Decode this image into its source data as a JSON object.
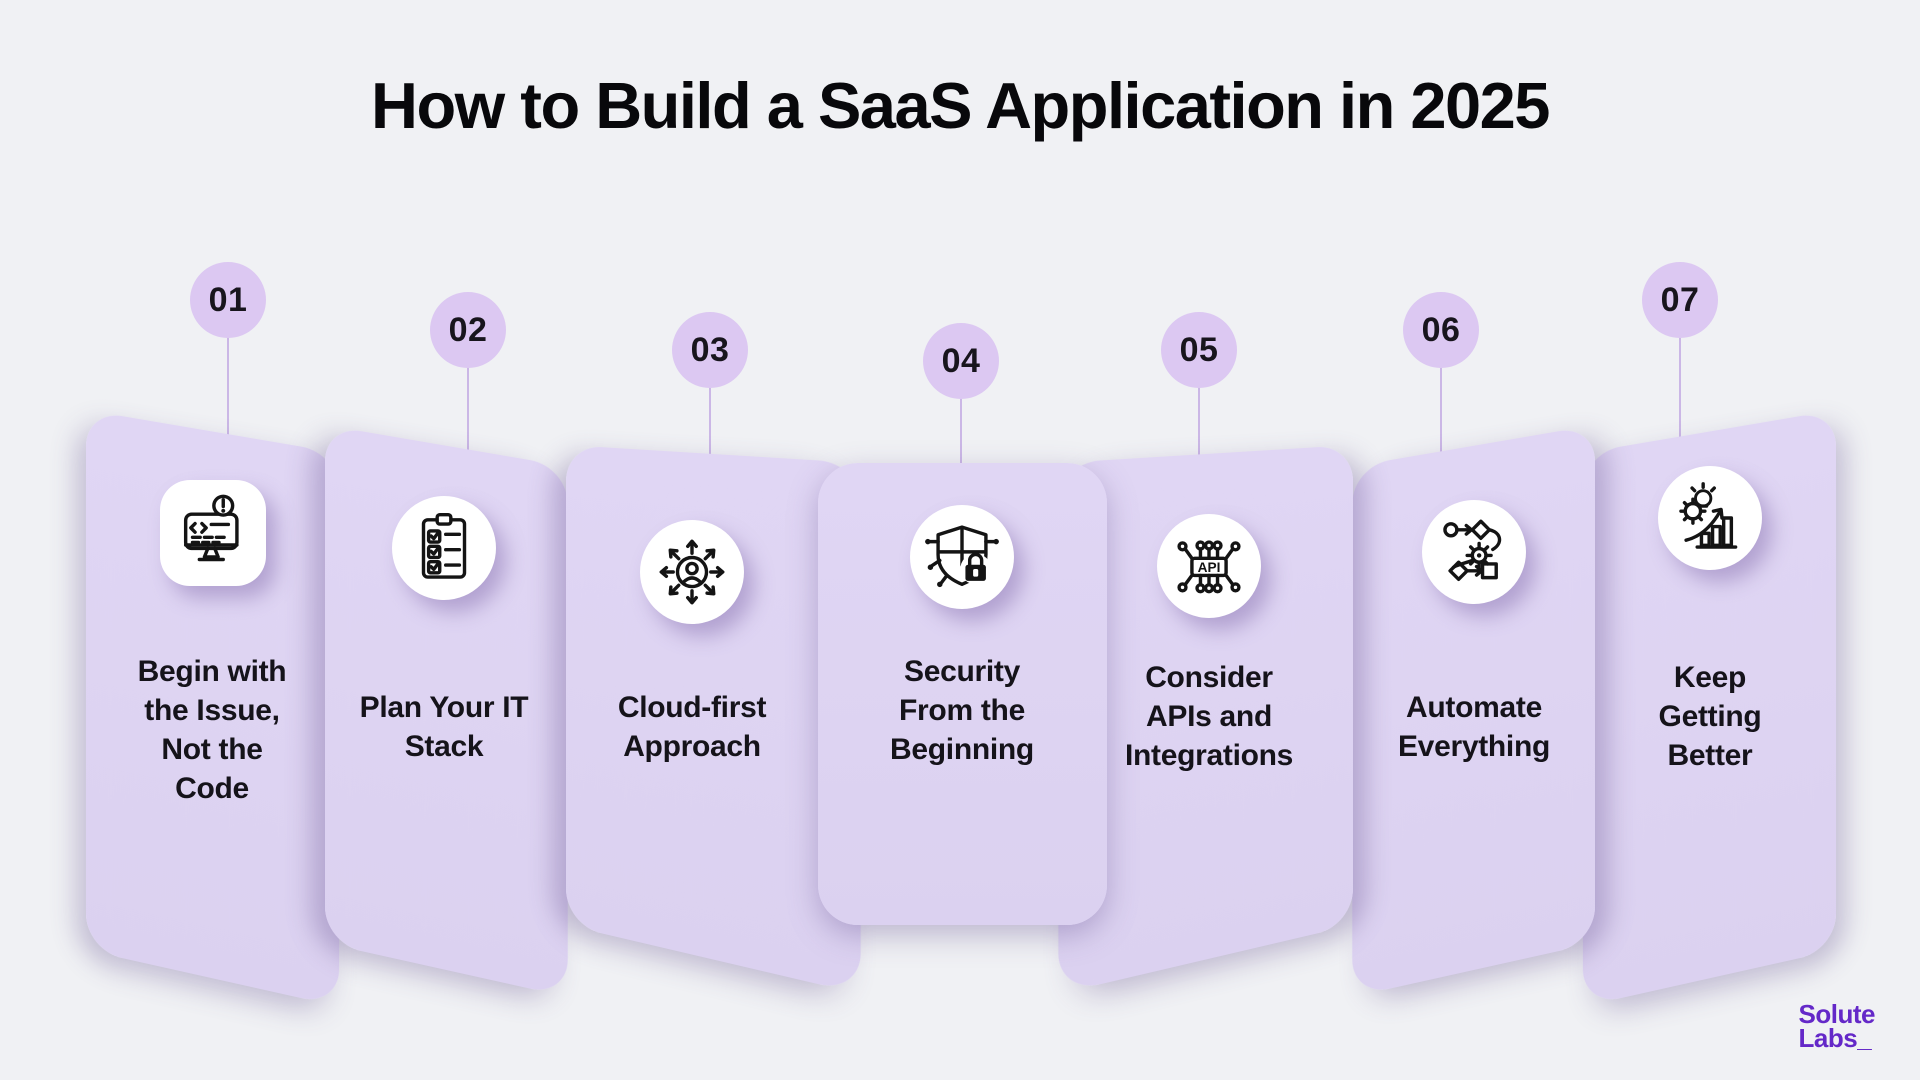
{
  "title": "How to Build a SaaS Application in 2025",
  "steps": [
    {
      "number": "01",
      "label": "Begin with the Issue, Not the Code",
      "lines": [
        "Begin with",
        "the Issue,",
        "Not the",
        "Code"
      ],
      "icon": "monitor-code-alert-icon"
    },
    {
      "number": "02",
      "label": "Plan Your IT Stack",
      "lines": [
        "Plan Your IT",
        "Stack"
      ],
      "icon": "clipboard-checklist-icon"
    },
    {
      "number": "03",
      "label": "Cloud-first Approach",
      "lines": [
        "Cloud-first",
        "Approach"
      ],
      "icon": "person-scale-arrows-icon"
    },
    {
      "number": "04",
      "label": "Security From the Beginning",
      "lines": [
        "Security",
        "From the",
        "Beginning"
      ],
      "icon": "shield-lock-icon"
    },
    {
      "number": "05",
      "label": "Consider APIs and Integrations",
      "lines": [
        "Consider",
        "APIs and",
        "Integrations"
      ],
      "icon": "api-circuit-icon",
      "icon_text": "API"
    },
    {
      "number": "06",
      "label": "Automate Everything",
      "lines": [
        "Automate",
        "Everything"
      ],
      "icon": "workflow-gear-icon"
    },
    {
      "number": "07",
      "label": "Keep Getting Better",
      "lines": [
        "Keep",
        "Getting",
        "Better"
      ],
      "icon": "growth-chart-bulb-icon"
    }
  ],
  "logo": {
    "line1": "Solute",
    "line2": "Labs_"
  },
  "colors": {
    "background": "#F0F1F4",
    "card": "#DDD2F1",
    "number_badge": "#DCC8F2",
    "connector": "#CBB7E6",
    "text": "#15131A",
    "title": "#08080B",
    "icon_container": "#FFFFFF",
    "logo": "#6428C8"
  }
}
